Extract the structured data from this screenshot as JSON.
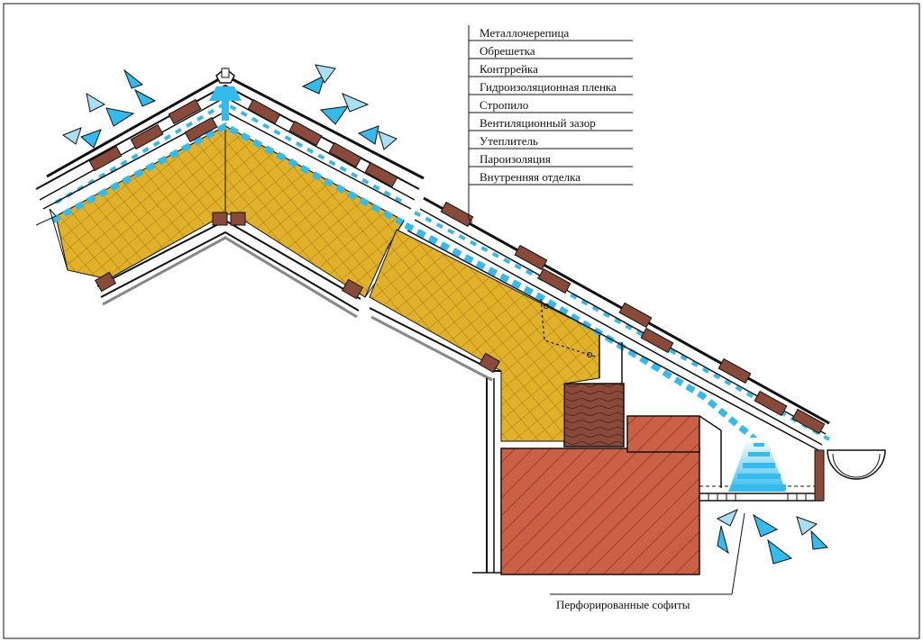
{
  "diagram": {
    "layers": [
      "Металлочерепица",
      "Обрешетка",
      "Контррейка",
      "Гидроизоляционная пленка",
      "Стропило",
      "Вентиляционный зазор",
      "Утеплитель",
      "Пароизоляция",
      "Внутренняя отделка"
    ],
    "soffit_label": "Перфорированные софиты"
  },
  "colors": {
    "insulation": "#e2b12a",
    "insulation_grid": "#8a6a14",
    "timber": "#8a4a3a",
    "brick": "#cc6045",
    "air": "#33bbee",
    "air_light": "#a8dff5",
    "line": "#111111"
  }
}
